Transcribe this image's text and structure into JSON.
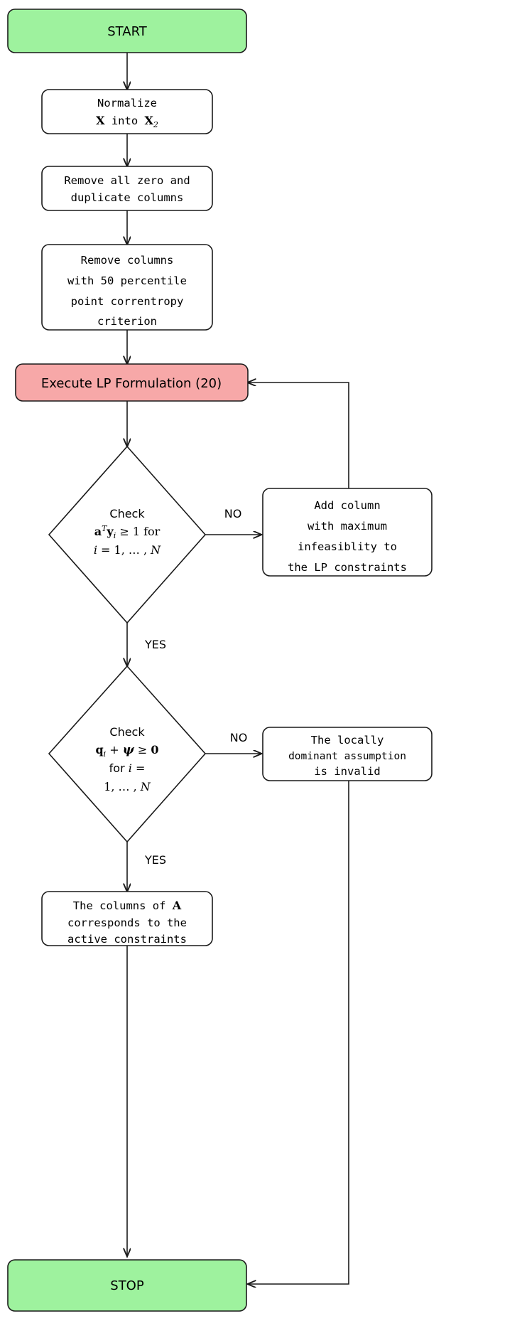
{
  "diagram": {
    "title": "LP Formulation Algorithm Flowchart",
    "colors": {
      "start_stop_fill": "#9ef29e",
      "process_red_fill": "#f7a8a8",
      "process_white_fill": "#ffffff",
      "stroke": "#1a1a1a",
      "text": "#000000"
    }
  },
  "nodes": {
    "start": {
      "label": "START",
      "shape": "rounded-rect",
      "fill": "#9ef29e"
    },
    "normalize": {
      "shape": "rounded-rect",
      "fill": "#ffffff",
      "lines": [
        "Normalize",
        "X into X2"
      ],
      "line1": "Normalize",
      "line2_prefix": "X",
      "line2_mid": " into ",
      "line2_base": "X",
      "line2_sub": "2"
    },
    "remove_zero": {
      "shape": "rounded-rect",
      "fill": "#ffffff",
      "lines": [
        "Remove all zero and",
        "duplicate columns"
      ]
    },
    "remove_percentile": {
      "shape": "rounded-rect",
      "fill": "#ffffff",
      "lines": [
        "Remove columns",
        "with 50 percentile",
        "point correntropy",
        "criterion"
      ],
      "percentile_value": "50"
    },
    "execute_lp": {
      "label": "Execute LP Formulation (20)",
      "shape": "rounded-rect",
      "fill": "#f7a8a8",
      "equation_ref": "(20)"
    },
    "check1": {
      "shape": "diamond",
      "fill": "#ffffff",
      "line1": "Check",
      "line2": {
        "a": "a",
        "sup": "T",
        "y": "y",
        "ysub": "i",
        "rel": " ≥ 1 for"
      },
      "line2_plain": "a^T y_i ≥ 1 for",
      "line3_plain": "i = 1, … , N",
      "line3": {
        "i": "i",
        "eq": " = 1, … , ",
        "N": "N"
      }
    },
    "add_column": {
      "shape": "rounded-rect",
      "fill": "#ffffff",
      "lines": [
        "Add column",
        "with maximum",
        "infeasiblity to",
        "the LP constraints"
      ]
    },
    "check2": {
      "shape": "diamond",
      "fill": "#ffffff",
      "line1": "Check",
      "line2_plain": "q_i + ψ ≥ 0",
      "line2": {
        "q": "q",
        "qsub": "i",
        "plus": " + ",
        "psi": "ψ",
        "rel": " ≥ ",
        "zero": "0"
      },
      "line3_plain": "for i =",
      "line3": {
        "for": "for ",
        "i": "i",
        "eq": " ="
      },
      "line4_plain": "1, … , N",
      "line4": {
        "nums": "1, … , ",
        "N": "N"
      }
    },
    "locally_dominant": {
      "shape": "rounded-rect",
      "fill": "#ffffff",
      "lines": [
        "The locally",
        "dominant assumption",
        "is invalid"
      ]
    },
    "columns_active": {
      "shape": "rounded-rect",
      "fill": "#ffffff",
      "lines": [
        "The columns of A",
        "corresponds to the",
        "active constraints"
      ],
      "line1_prefix": "The columns of ",
      "line1_bold": "A",
      "line2": "corresponds to the",
      "line3": "active constraints"
    },
    "stop": {
      "label": "STOP",
      "shape": "rounded-rect",
      "fill": "#9ef29e"
    }
  },
  "edge_labels": {
    "no1": "NO",
    "yes1": "YES",
    "no2": "NO",
    "yes2": "YES"
  }
}
